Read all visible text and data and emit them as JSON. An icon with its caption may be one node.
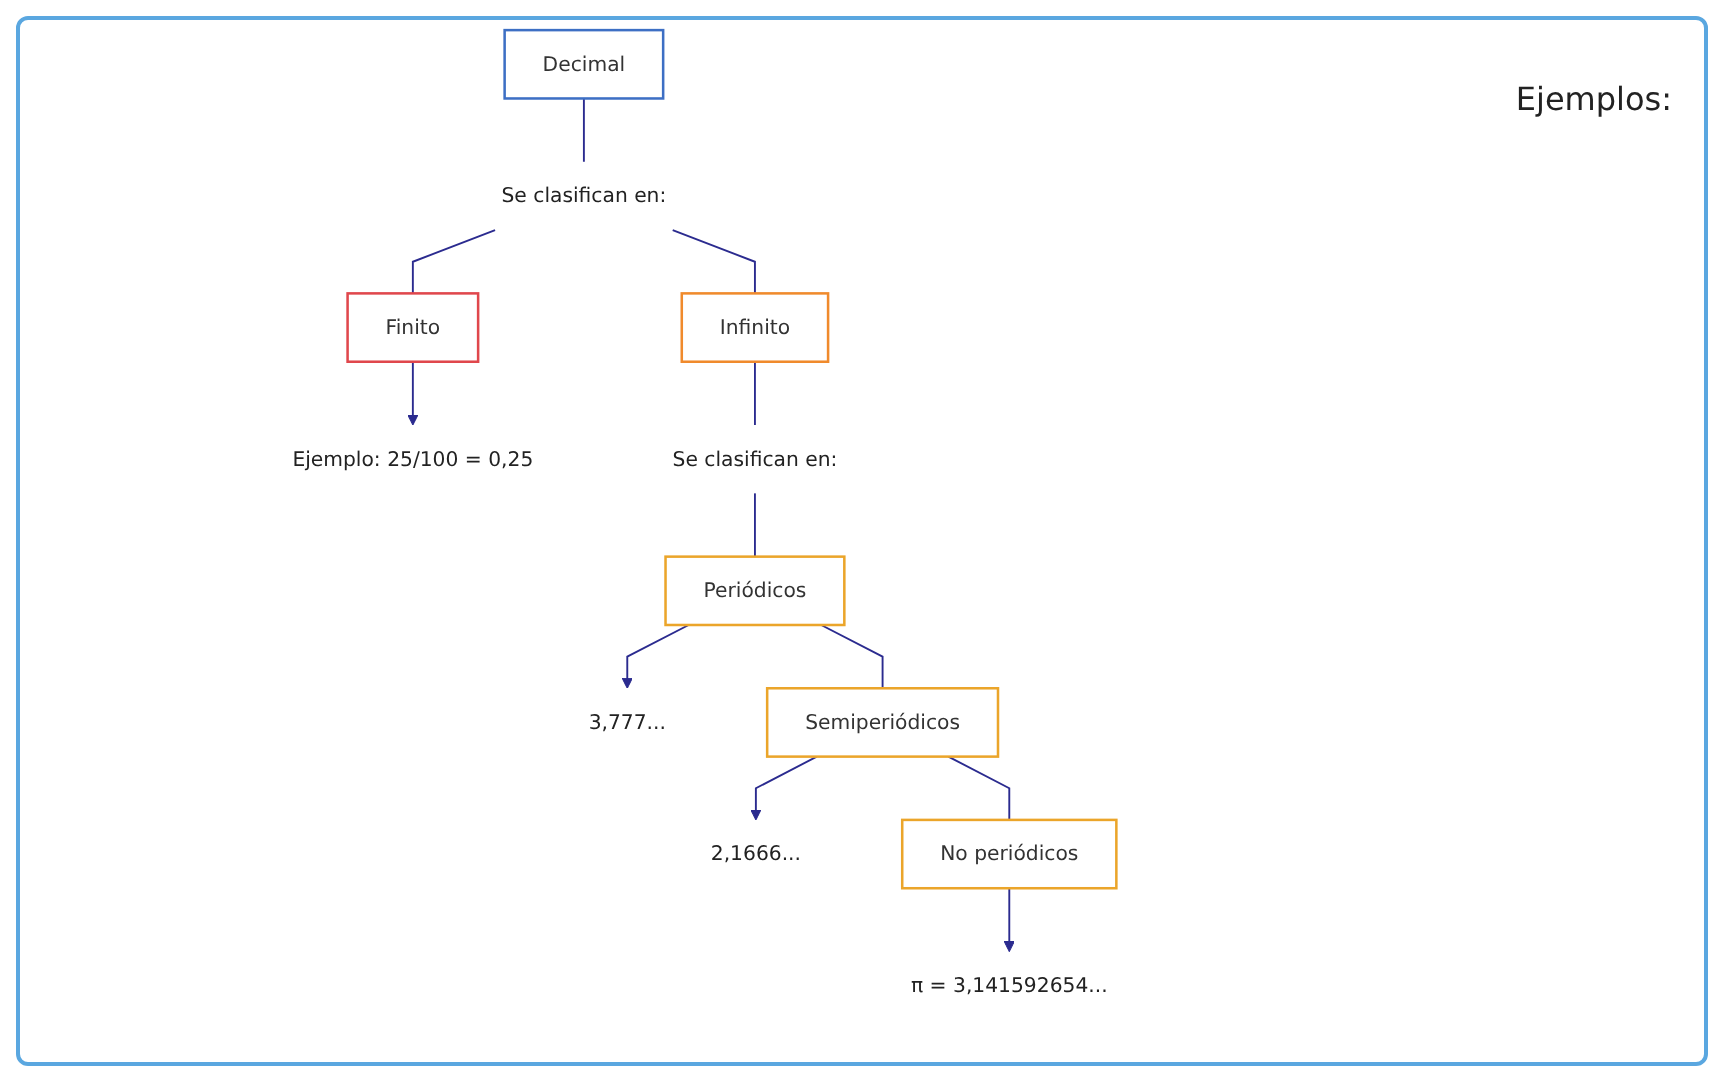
{
  "diagram": {
    "nodes": [
      {
        "text": [
          "Decimal"
        ]
      },
      {
        "text": [
          "Se clasifican en:"
        ]
      },
      {
        "text": [
          "Finito"
        ]
      },
      {
        "text": [
          "Infinito"
        ]
      },
      {
        "text": [
          "Ejemplo: 25/100 = 0,25"
        ]
      },
      {
        "text": [
          "Se clasifican en:"
        ]
      },
      {
        "text": [
          "Periódicos"
        ]
      },
      {
        "text": [
          "3,777..."
        ]
      },
      {
        "text": [
          "Semiperiódicos"
        ]
      },
      {
        "text": [
          "2,1666..."
        ]
      },
      {
        "text": [
          "No periódicos"
        ]
      },
      {
        "text": [
          "π = 3,141592654..."
        ]
      }
    ],
    "edges": [
      {
        "from": 0,
        "to": 1,
        "arrow": "none"
      },
      {
        "from": 1,
        "to": 2,
        "arrow": "none"
      },
      {
        "from": 1,
        "to": 3,
        "arrow": "none"
      },
      {
        "from": 2,
        "to": 4,
        "arrow": "to"
      },
      {
        "from": 3,
        "to": 5,
        "arrow": "none"
      },
      {
        "from": 5,
        "to": 6,
        "arrow": "none"
      },
      {
        "from": 6,
        "to": 8,
        "arrow": "none"
      },
      {
        "from": 8,
        "to": 10,
        "arrow": "none"
      },
      {
        "from": 6,
        "to": 7,
        "arrow": "to"
      },
      {
        "from": 8,
        "to": 9,
        "arrow": "to"
      },
      {
        "from": 10,
        "to": 11,
        "arrow": "to"
      }
    ],
    "labels": [
      "Ejemplos:"
    ]
  }
}
